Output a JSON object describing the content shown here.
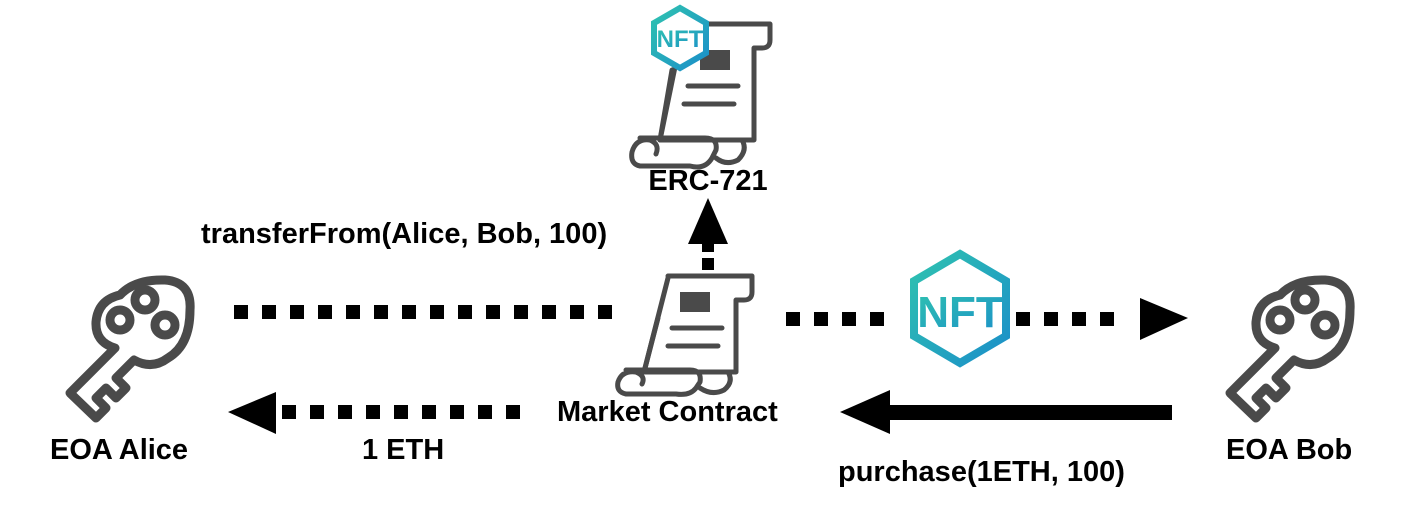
{
  "labels": {
    "erc721": "ERC-721",
    "transfer_call": "transferFrom(Alice, Bob, 100)",
    "market_contract": "Market Contract",
    "alice": "EOA Alice",
    "bob": "EOA Bob",
    "eth_amount": "1 ETH",
    "purchase_call": "purchase(1ETH, 100)"
  },
  "badges": {
    "nft_text": "NFT"
  },
  "icons": {
    "erc721_icon": "contract-scroll-icon",
    "market_icon": "contract-scroll-icon",
    "alice_icon": "key-icon",
    "bob_icon": "key-icon",
    "nft_badge": "nft-hexagon-icon"
  },
  "colors": {
    "icon_stroke": "#4a4a4a",
    "nft_teal": "#27b8b6",
    "nft_blue": "#1b8fc9",
    "arrow": "#000000"
  }
}
